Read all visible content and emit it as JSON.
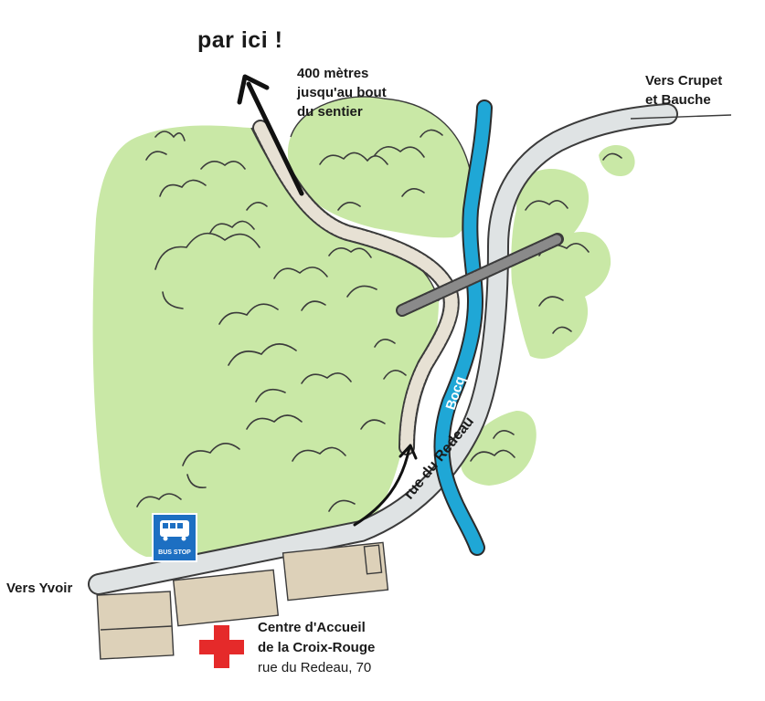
{
  "headline": "par ici !",
  "trail_note": [
    "400 mètres",
    "jusqu'au bout",
    "du sentier"
  ],
  "direction_northeast": [
    "Vers Crupet",
    "et Bauche"
  ],
  "direction_west": "Vers Yvoir",
  "river_name": "Bocq",
  "street_name": "rue du Redeau",
  "bus_stop_label": "BUS STOP",
  "destination": {
    "name_line1": "Centre d'Accueil",
    "name_line2": "de la Croix-Rouge",
    "address": "rue du Redeau, 70"
  },
  "colors": {
    "forest": "#c9e8a6",
    "outline": "#3b3b3b",
    "road": "#dfe3e4",
    "river": "#1fa7d6",
    "path": "#e7e1d4",
    "building": "#ddd1b9",
    "cross": "#e52a2a",
    "bus_sign": "#1d6fc2"
  }
}
